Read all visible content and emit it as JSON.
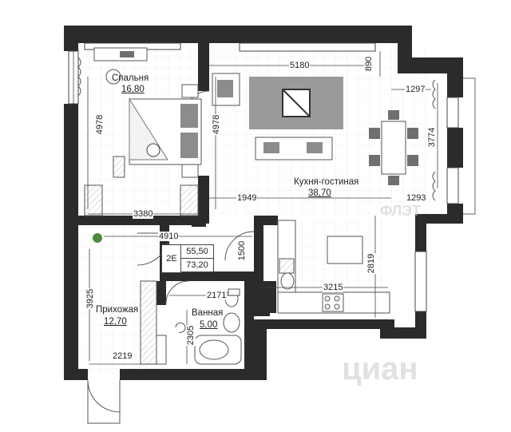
{
  "rooms": {
    "bedroom": {
      "name": "Спальня",
      "area": "16,80"
    },
    "kitchen_living": {
      "name": "Кухня-гостиная",
      "area": "38,70"
    },
    "hallway": {
      "name": "Прихожая",
      "area": "12,70"
    },
    "bathroom": {
      "name": "Ванная",
      "area": "5,00"
    }
  },
  "dimensions": {
    "top_width": "5180",
    "top_offset": "890",
    "window_right": "1297",
    "living_height": "3774",
    "bedroom_height_left": "4978",
    "bedroom_height_right": "4978",
    "bedroom_width": "3380",
    "living_mid": "1949",
    "living_right": "1293",
    "hall_width": "4910",
    "hall_height": "3925",
    "door_height": "1500",
    "kitchen_height": "2819",
    "kitchen_width": "3215",
    "bath_width": "2171",
    "bath_height": "2305",
    "hall_bottom": "2219"
  },
  "info": {
    "code": "2E",
    "living_area": "55,50",
    "total_area": "73,20"
  },
  "watermark": {
    "left": "ФЛЭТ",
    "brand": "циан"
  }
}
